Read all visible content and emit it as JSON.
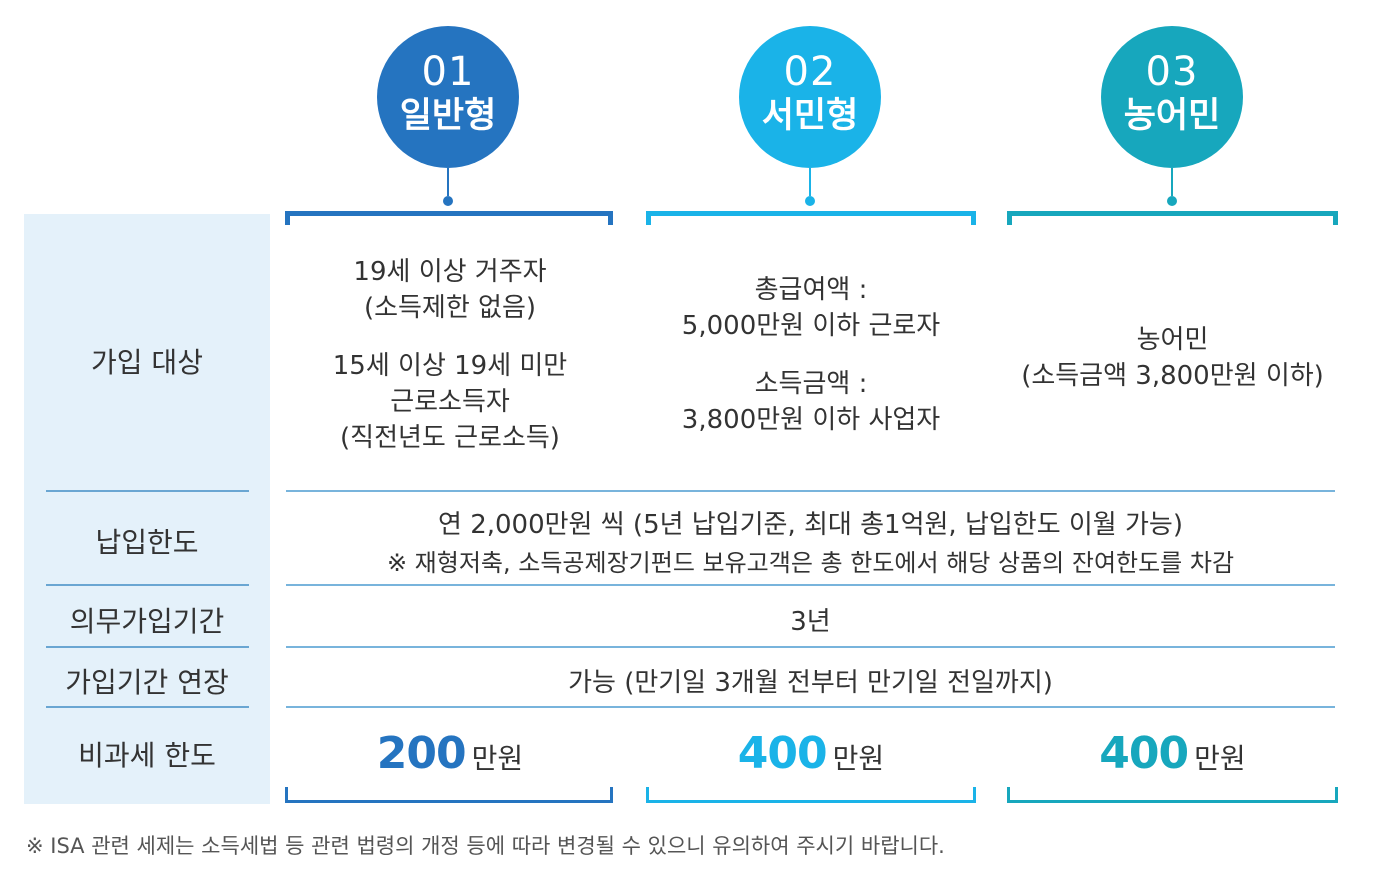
{
  "colors": {
    "type1": "#2574c0",
    "type2": "#1ab3e8",
    "type3": "#17a7bd",
    "label_bg": "#e4f1fa",
    "divider": "#78b4dc"
  },
  "types": [
    {
      "num": "01",
      "name": "일반형"
    },
    {
      "num": "02",
      "name": "서민형"
    },
    {
      "num": "03",
      "name": "농어민"
    }
  ],
  "rows": {
    "eligibility": "가입 대상",
    "payment_limit": "납입한도",
    "mandatory_period": "의무가입기간",
    "extension": "가입기간 연장",
    "tax_free_limit": "비과세 한도"
  },
  "eligibility": {
    "type1": {
      "group1": [
        "19세 이상 거주자",
        "(소득제한 없음)"
      ],
      "group2": [
        "15세 이상 19세 미만",
        "근로소득자",
        "(직전년도 근로소득)"
      ]
    },
    "type2": {
      "group1": [
        "총급여액 :",
        "5,000만원 이하 근로자"
      ],
      "group2": [
        "소득금액 :",
        "3,800만원 이하 사업자"
      ]
    },
    "type3": {
      "group1": [
        "농어민",
        "(소득금액 3,800만원 이하)"
      ]
    }
  },
  "payment_limit": {
    "line1": "연 2,000만원 씩 (5년 납입기준, 최대 총1억원, 납입한도 이월 가능)",
    "line2": "※ 재형저축, 소득공제장기펀드 보유고객은 총 한도에서 해당 상품의 잔여한도를 차감"
  },
  "mandatory_period": "3년",
  "extension": "가능 (만기일 3개월 전부터 만기일 전일까지)",
  "tax_free_limit": {
    "unit": "만원",
    "values": [
      "200",
      "400",
      "400"
    ]
  },
  "footnote": "※ ISA 관련 세제는 소득세법 등 관련 법령의 개정 등에 따라 변경될 수 있으니 유의하여 주시기 바랍니다."
}
